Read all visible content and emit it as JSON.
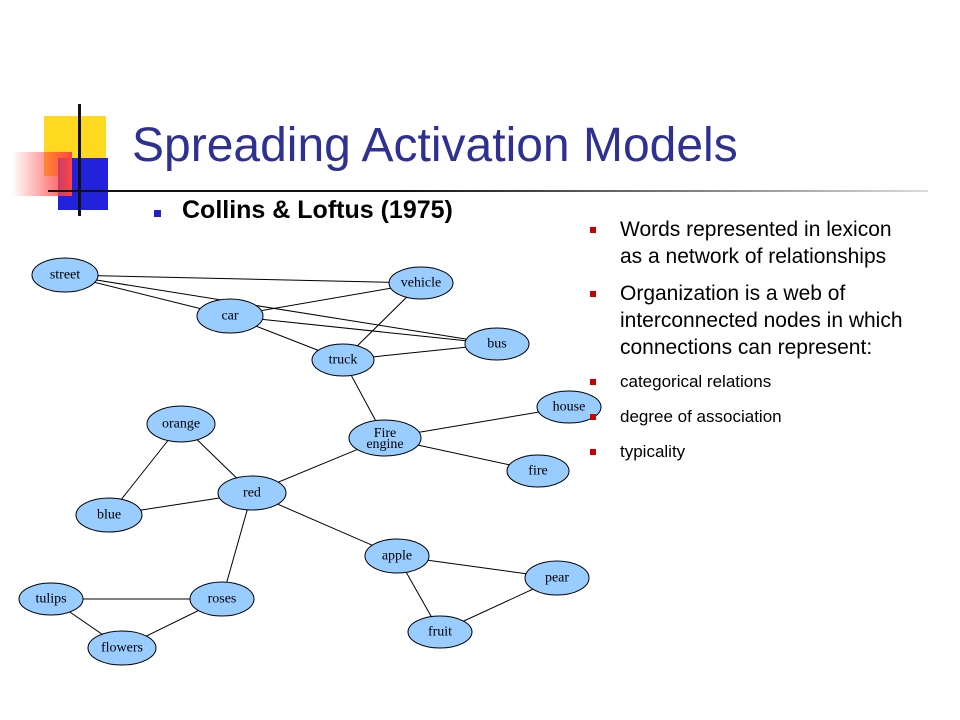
{
  "slide": {
    "title": "Spreading Activation Models",
    "subtitle": "Collins & Loftus (1975)"
  },
  "bullets": [
    {
      "text": "Words represented in lexicon as a network of relationships",
      "level": 1
    },
    {
      "text": "Organization is a web of interconnected nodes in which connections can represent:",
      "level": 1
    },
    {
      "text": "categorical relations",
      "level": 2
    },
    {
      "text": "degree of association",
      "level": 2
    },
    {
      "text": "typicality",
      "level": 2
    }
  ],
  "network": {
    "node_fill": "#99ccff",
    "nodes": [
      {
        "id": "street",
        "label": "street"
      },
      {
        "id": "vehicle",
        "label": "vehicle"
      },
      {
        "id": "car",
        "label": "car"
      },
      {
        "id": "bus",
        "label": "bus"
      },
      {
        "id": "truck",
        "label": "truck"
      },
      {
        "id": "house",
        "label": "house"
      },
      {
        "id": "orange",
        "label": "orange"
      },
      {
        "id": "fire_engine",
        "label": "Fire engine",
        "lines": [
          "Fire",
          "engine"
        ]
      },
      {
        "id": "fire",
        "label": "fire"
      },
      {
        "id": "red",
        "label": "red"
      },
      {
        "id": "blue",
        "label": "blue"
      },
      {
        "id": "apple",
        "label": "apple"
      },
      {
        "id": "pear",
        "label": "pear"
      },
      {
        "id": "tulips",
        "label": "tulips"
      },
      {
        "id": "roses",
        "label": "roses"
      },
      {
        "id": "fruit",
        "label": "fruit"
      },
      {
        "id": "flowers",
        "label": "flowers"
      }
    ],
    "edges": [
      [
        "street",
        "vehicle"
      ],
      [
        "street",
        "car"
      ],
      [
        "street",
        "bus"
      ],
      [
        "car",
        "vehicle"
      ],
      [
        "car",
        "bus"
      ],
      [
        "car",
        "truck"
      ],
      [
        "vehicle",
        "truck"
      ],
      [
        "truck",
        "bus"
      ],
      [
        "truck",
        "fire_engine"
      ],
      [
        "fire_engine",
        "house"
      ],
      [
        "fire_engine",
        "fire"
      ],
      [
        "fire_engine",
        "red"
      ],
      [
        "orange",
        "red"
      ],
      [
        "orange",
        "blue"
      ],
      [
        "blue",
        "red"
      ],
      [
        "red",
        "apple"
      ],
      [
        "red",
        "roses"
      ],
      [
        "apple",
        "pear"
      ],
      [
        "apple",
        "fruit"
      ],
      [
        "fruit",
        "pear"
      ],
      [
        "tulips",
        "roses"
      ],
      [
        "tulips",
        "flowers"
      ],
      [
        "flowers",
        "roses"
      ]
    ]
  }
}
